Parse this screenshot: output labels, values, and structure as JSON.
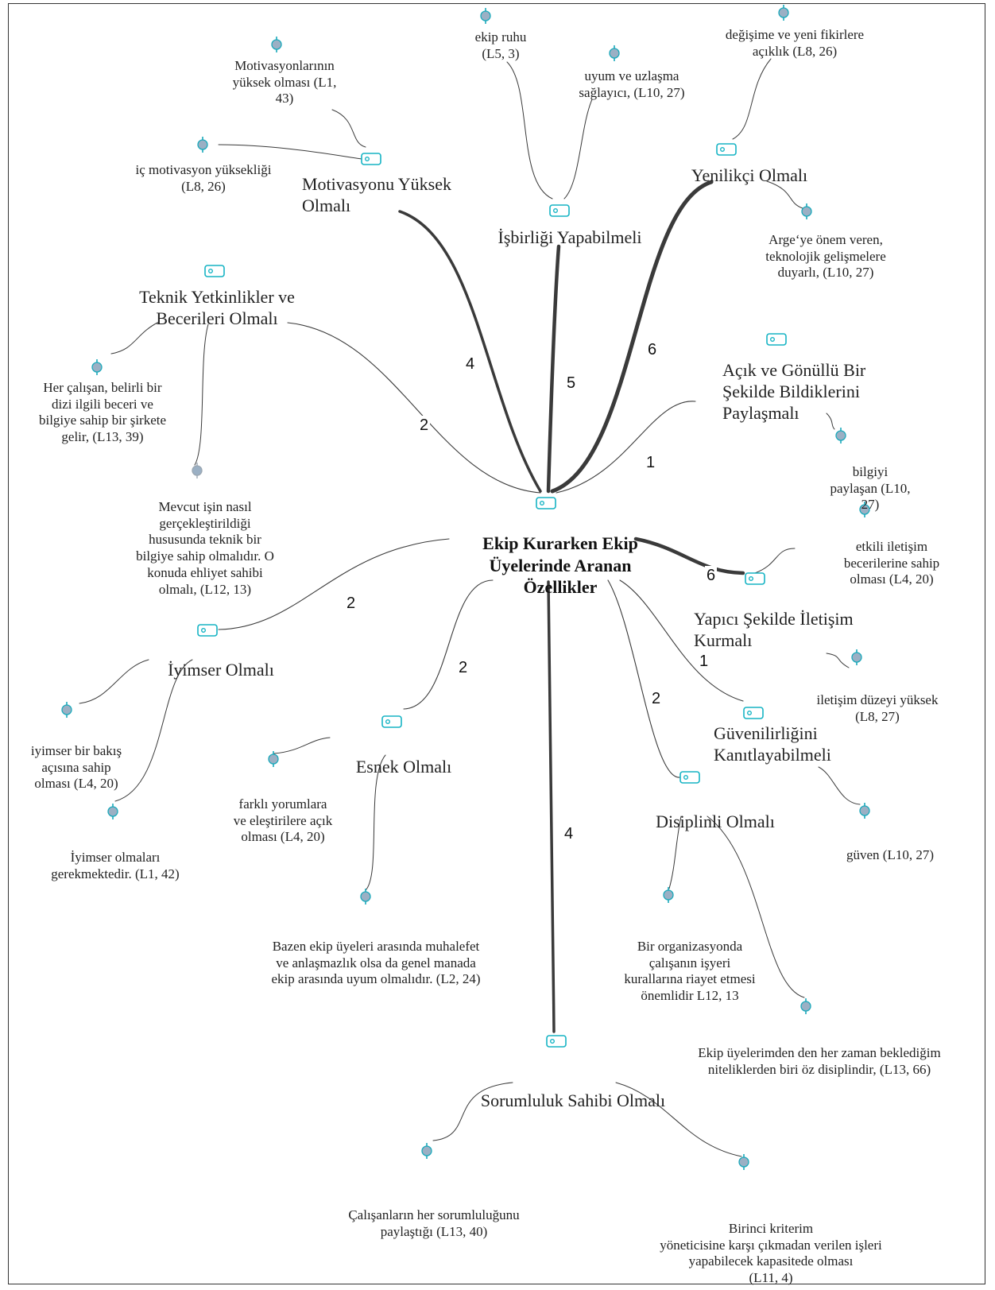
{
  "colors": {
    "tag_icon": "#16b4c4",
    "quote_marker": "#9bb0c4",
    "quote_marker_stroke": "#1aa9bb",
    "edge": "#3a3a3a"
  },
  "icons": {
    "code": "tag-icon",
    "quote": "pin-marker-icon"
  },
  "center": {
    "lines": [
      "Ekip Kurarken Ekip",
      "Üyelerinde Aranan",
      "Özellikler"
    ]
  },
  "categories": [
    {
      "id": "motivasyon",
      "lines": [
        "Motivasyonu Yüksek",
        "Olmalı"
      ],
      "weight": "4"
    },
    {
      "id": "isbirligi",
      "lines": [
        "İşbirliği Yapabilmeli"
      ],
      "weight": "5"
    },
    {
      "id": "yenilikci",
      "lines": [
        "Yenilikçi Olmalı"
      ],
      "weight": "6"
    },
    {
      "id": "teknik",
      "lines": [
        "Teknik Yetkinlikler ve",
        "Becerileri Olmalı"
      ],
      "weight": "2"
    },
    {
      "id": "acik",
      "lines": [
        "Açık ve Gönüllü Bir",
        "Şekilde Bildiklerini",
        "Paylaşmalı"
      ],
      "weight": "1"
    },
    {
      "id": "yapici",
      "lines": [
        "Yapıcı Şekilde İletişim",
        "Kurmalı"
      ],
      "weight": "6"
    },
    {
      "id": "guvenilir",
      "lines": [
        "Güvenilirliğini",
        "Kanıtlayabilmeli"
      ],
      "weight": "1"
    },
    {
      "id": "iyimser",
      "lines": [
        "İyimser Olmalı"
      ],
      "weight": "2"
    },
    {
      "id": "esnek",
      "lines": [
        "Esnek Olmalı"
      ],
      "weight": "2"
    },
    {
      "id": "disiplinli",
      "lines": [
        "Disiplinli Olmalı"
      ],
      "weight": "2"
    },
    {
      "id": "sorumluluk",
      "lines": [
        "Sorumluluk Sahibi Olmalı"
      ],
      "weight": "4"
    }
  ],
  "quotes": [
    {
      "id": "q_motiv1",
      "lines": [
        "Motivasyonlarının",
        "yüksek olması (L1,",
        "43)"
      ]
    },
    {
      "id": "q_motiv2",
      "lines": [
        "iç motivasyon yüksekliği",
        "(L8, 26)"
      ]
    },
    {
      "id": "q_ekipruhu",
      "lines": [
        "ekip ruhu",
        "(L5, 3)"
      ]
    },
    {
      "id": "q_uyum",
      "lines": [
        "uyum ve uzlaşma",
        "sağlayıcı, (L10, 27)"
      ]
    },
    {
      "id": "q_degisim",
      "lines": [
        "değişime ve yeni fikirlere",
        "açıklık (L8, 26)"
      ]
    },
    {
      "id": "q_arge",
      "lines": [
        "Arge‘ye önem veren,",
        "teknolojik gelişmelere",
        "duyarlı, (L10, 27)"
      ]
    },
    {
      "id": "q_hercalisan",
      "lines": [
        "Her çalışan, belirli bir",
        "dizi ilgili beceri ve",
        "bilgiye sahip bir şirkete",
        "gelir, (L13, 39)"
      ]
    },
    {
      "id": "q_mevcut",
      "lines": [
        "Mevcut işin nasıl",
        "gerçekleştirildiği",
        "hususunda teknik bir",
        "bilgiye sahip olmalıdır. O",
        "konuda ehliyet sahibi",
        "olmalı, (L12, 13)"
      ]
    },
    {
      "id": "q_bilgiyi",
      "lines": [
        "bilgiyi",
        "paylaşan (L10,",
        "27)"
      ]
    },
    {
      "id": "q_etkili",
      "lines": [
        "etkili iletişim",
        "becerilerine sahip",
        "olması (L4, 20)"
      ]
    },
    {
      "id": "q_iletisim",
      "lines": [
        "iletişim düzeyi yüksek",
        "(L8, 27)"
      ]
    },
    {
      "id": "q_guven",
      "lines": [
        "güven (L10, 27)"
      ]
    },
    {
      "id": "q_iyimserbakis",
      "lines": [
        "iyimser bir bakış",
        "açısına sahip",
        "olması (L4, 20)"
      ]
    },
    {
      "id": "q_iyimserolma",
      "lines": [
        "İyimser olmaları",
        "gerekmektedir. (L1, 42)"
      ]
    },
    {
      "id": "q_farkli",
      "lines": [
        "farklı yorumlara",
        "ve eleştirilere açık",
        "olması (L4, 20)"
      ]
    },
    {
      "id": "q_bazen",
      "lines": [
        "Bazen ekip üyeleri arasında muhalefet",
        "ve anlaşmazlık olsa da genel manada",
        "ekip arasında uyum olmalıdır. (L2, 24)"
      ]
    },
    {
      "id": "q_organizasyon",
      "lines": [
        "Bir organizasyonda",
        "çalışanın işyeri",
        "kurallarına riayet etmesi",
        "önemlidir L12, 13"
      ]
    },
    {
      "id": "q_ekipuyeleri",
      "lines": [
        "Ekip üyelerimden den her zaman beklediğim",
        "niteliklerden biri öz disiplindir, (L13, 66)"
      ]
    },
    {
      "id": "q_calisanlar",
      "lines": [
        "Çalışanların her sorumluluğunu",
        "paylaştığı (L13, 40)"
      ]
    },
    {
      "id": "q_birinci",
      "lines": [
        "Birinci kriterim",
        "yöneticisine karşı çıkmadan verilen işleri",
        "yapabilecek kapasitede olması",
        "(L11, 4)"
      ]
    }
  ]
}
